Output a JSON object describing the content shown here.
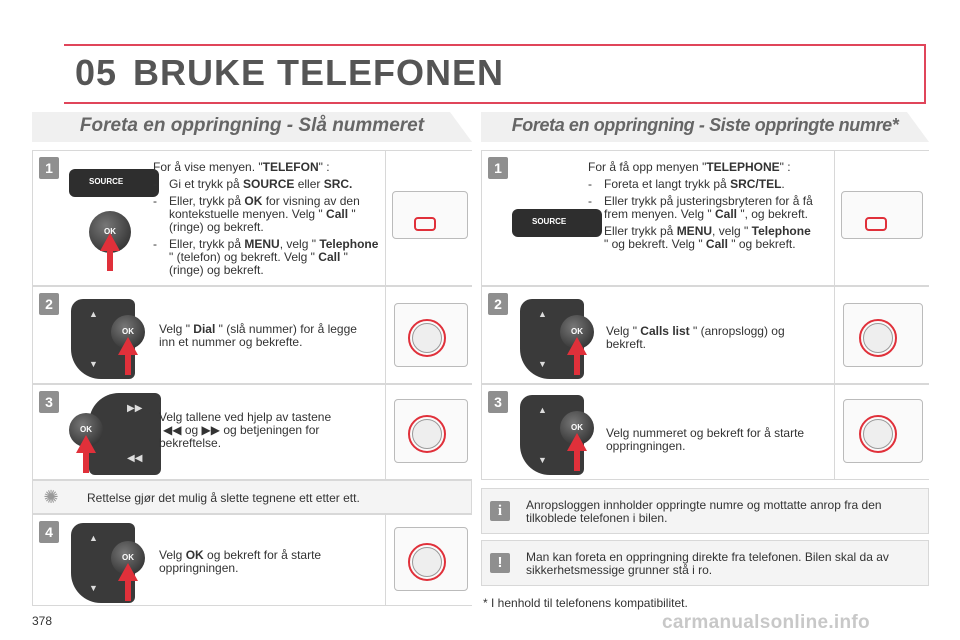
{
  "chapter": "05",
  "title": "BRUKE TELEFONEN",
  "left": {
    "heading": "Foreta en oppringning - Slå nummeret",
    "step1": {
      "num": "1",
      "intro_a": "For å vise menyen. \"",
      "intro_b": "TELEFON",
      "intro_c": "\" :",
      "b1_a": "Gi et trykk på ",
      "b1_b": "SOURCE",
      "b1_c": " eller ",
      "b1_d": "SRC.",
      "b2_a": "Eller, trykk på ",
      "b2_b": "OK",
      "b2_c": " for visning av den kontekstuelle menyen. Velg \" ",
      "b2_d": "Call",
      "b2_e": " \" (ringe) og bekreft.",
      "b3_a": "Eller, trykk på ",
      "b3_b": "MENU",
      "b3_c": ", velg \" ",
      "b3_d": "Telephone",
      "b3_e": " \" (telefon) og bekreft. Velg \" ",
      "b3_f": "Call",
      "b3_g": " \" (ringe) og bekreft.",
      "source_label": "SOURCE",
      "ok_label": "OK"
    },
    "step2": {
      "num": "2",
      "t_a": "Velg \" ",
      "t_b": "Dial",
      "t_c": " \" (slå nummer) for å legge inn et nummer og bekrefte.",
      "ok_label": "OK"
    },
    "step3": {
      "num": "3",
      "t_a": "Velg tallene ved hjelp av tastene",
      "t_b": "og",
      "t_c": "og betjeningen for bekreftelse.",
      "ok_label": "OK"
    },
    "tip": "Rettelse gjør det mulig å slette tegnene ett etter ett.",
    "step4": {
      "num": "4",
      "t_a": "Velg ",
      "t_b": "OK",
      "t_c": " og bekreft for å starte oppringningen.",
      "ok_label": "OK"
    }
  },
  "right": {
    "heading": "Foreta en oppringning - Siste oppringte numre*",
    "step1": {
      "num": "1",
      "intro_a": "For å få opp menyen \"",
      "intro_b": "TELEPHONE",
      "intro_c": "\" :",
      "b1_a": "Foreta et langt trykk på ",
      "b1_b": "SRC/TEL",
      "b1_c": ".",
      "b2_a": "Eller trykk på justeringsbryteren for å få frem menyen. Velg \" ",
      "b2_b": "Call",
      "b2_c": " \", og bekreft.",
      "b3_a": "Eller trykk på ",
      "b3_b": "MENU",
      "b3_c": ", velg \" ",
      "b3_d": "Telephone",
      "b3_e": " \" og bekreft. Velg \" ",
      "b3_f": "Call",
      "b3_g": " \" og bekreft.",
      "source_label": "SOURCE"
    },
    "step2": {
      "num": "2",
      "t_a": "Velg \" ",
      "t_b": "Calls list",
      "t_c": " \" (anropslogg) og bekreft.",
      "ok_label": "OK"
    },
    "step3": {
      "num": "3",
      "t": "Velg nummeret og bekreft for å starte oppringningen.",
      "ok_label": "OK"
    },
    "info": "Anropsloggen innholder oppringte numre og mottatte anrop fra den tilkoblede telefonen i bilen.",
    "warn": "Man kan foreta en oppringning direkte fra telefonen. Bilen skal da av sikkerhetsmessige grunner stå i ro.",
    "footnote": "* I henhold til telefonens kompatibilitet."
  },
  "page_number": "378",
  "watermark": "carmanualsonline.info"
}
